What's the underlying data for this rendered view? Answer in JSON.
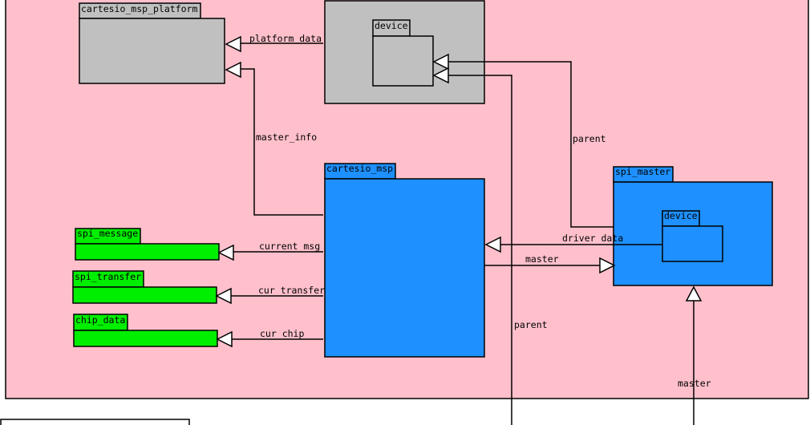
{
  "colors": {
    "background": "#ffc0cb",
    "gray_box": "#c0c0c0",
    "blue_box": "#1e90ff",
    "green_box": "#00ee00",
    "line": "#000000"
  },
  "nodes": {
    "platform": "cartesio_msp_platform",
    "device_top": "device",
    "cartesio_msp": "cartesio_msp",
    "spi_master": "spi_master",
    "device_right": "device",
    "spi_message": "spi_message",
    "spi_transfer": "spi_transfer",
    "chip_data": "chip_data"
  },
  "edges": {
    "platform_data": "platform data",
    "master_info": "master_info",
    "parent_upper": "parent",
    "driver_data": "driver data",
    "master_mid": "master",
    "current_msg": "current msg",
    "cur_transfer": "cur transfer",
    "cur_chip": "cur chip",
    "parent_lower": "parent",
    "master_bottom": "master"
  }
}
